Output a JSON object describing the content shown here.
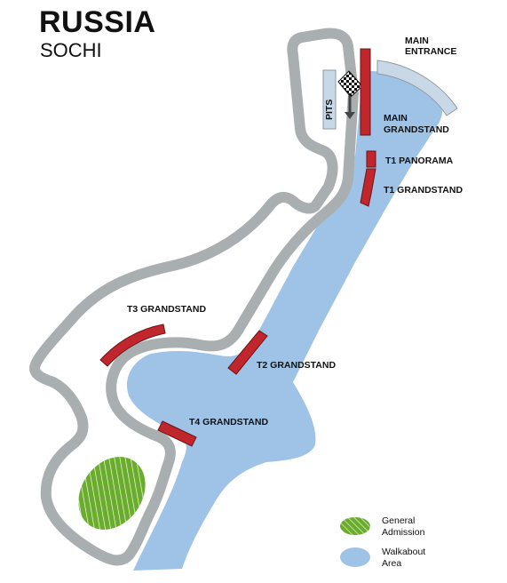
{
  "header": {
    "title": "RUSSIA",
    "subtitle": "SOCHI"
  },
  "labels": {
    "main_entrance_line1": "MAIN",
    "main_entrance_line2": "ENTRANCE",
    "main_grandstand_line1": "MAIN",
    "main_grandstand_line2": "GRANDSTAND",
    "t1_panorama": "T1 PANORAMA",
    "t1_grandstand": "T1 GRANDSTAND",
    "t2_grandstand": "T2 GRANDSTAND",
    "t3_grandstand": "T3 GRANDSTAND",
    "t4_grandstand": "T4 GRANDSTAND",
    "pits": "PITS"
  },
  "legend": {
    "general_admission_line1": "General",
    "general_admission_line2": "Admission",
    "walkabout_line1": "Walkabout",
    "walkabout_line2": "Area"
  },
  "colors": {
    "track": "#a9aeb1",
    "walkabout": "#9ec3e6",
    "grandstand": "#c0262c",
    "general_admission": "#6aac2c",
    "entrance": "#c8d8e6"
  }
}
